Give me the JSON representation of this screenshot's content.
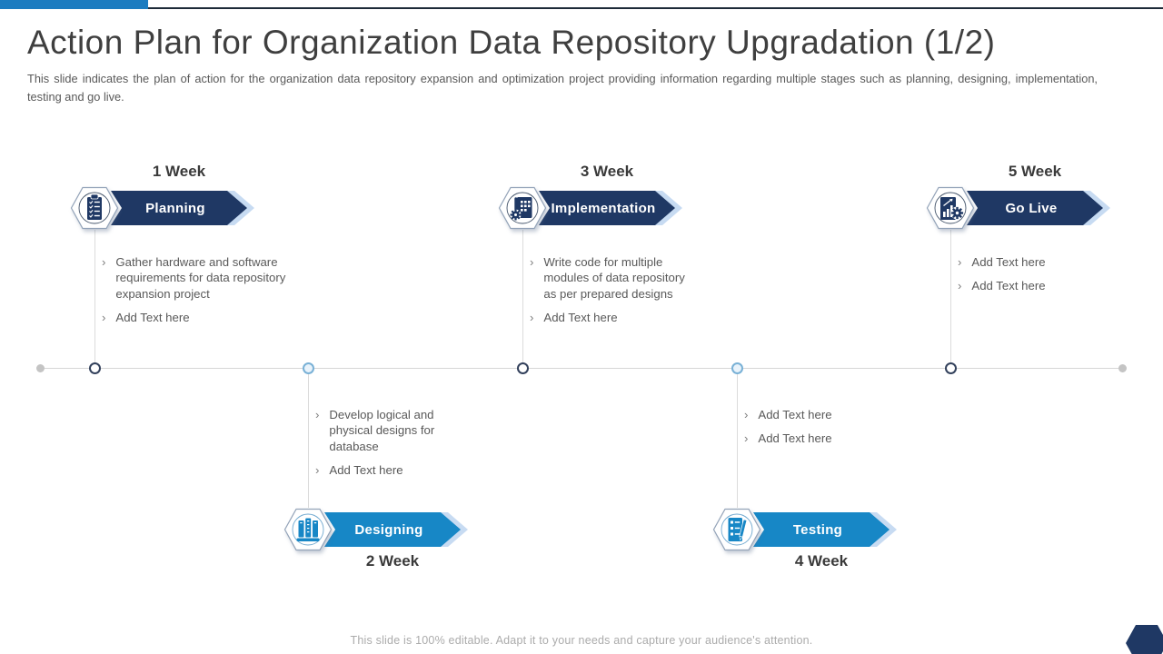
{
  "slide": {
    "title": "Action Plan for Organization Data Repository Upgradation (1/2)",
    "subtitle": "This slide indicates the plan of action for the organization data repository expansion and optimization project providing information regarding multiple stages such as planning, designing, implementation, testing and go live.",
    "footer": "This slide is 100% editable. Adapt it to your needs and capture your audience's attention."
  },
  "colors": {
    "navy": "#1F3864",
    "blue": "#1787C6",
    "pale_arrow": "#C7DBF2",
    "accent_bar": "#1C7CC0",
    "timeline_gray": "#D6D6D6",
    "body_text": "#595959",
    "footer_text": "#ABABAB"
  },
  "ui": {
    "bullet_marker": "›"
  },
  "stages": [
    {
      "name": "Planning",
      "week": "1 Week",
      "row": "top",
      "icon": "clipboard-checklist",
      "bullets": [
        "Gather hardware and software requirements for data repository expansion project",
        "Add Text here"
      ]
    },
    {
      "name": "Designing",
      "week": "2 Week",
      "row": "bottom",
      "icon": "books-ruler",
      "bullets": [
        "Develop logical and physical designs for database",
        "Add Text here"
      ]
    },
    {
      "name": "Implementation",
      "week": "3 Week",
      "row": "top",
      "icon": "blueprint-gear",
      "bullets": [
        "Write code for multiple modules of data repository as per prepared designs",
        "Add Text here"
      ]
    },
    {
      "name": "Testing",
      "week": "4 Week",
      "row": "bottom",
      "icon": "checklist-pencil",
      "bullets": [
        "Add Text here",
        "Add Text here"
      ]
    },
    {
      "name": "Go Live",
      "week": "5 Week",
      "row": "top",
      "icon": "chart-gear",
      "bullets": [
        "Add Text here",
        "Add Text here"
      ]
    }
  ]
}
